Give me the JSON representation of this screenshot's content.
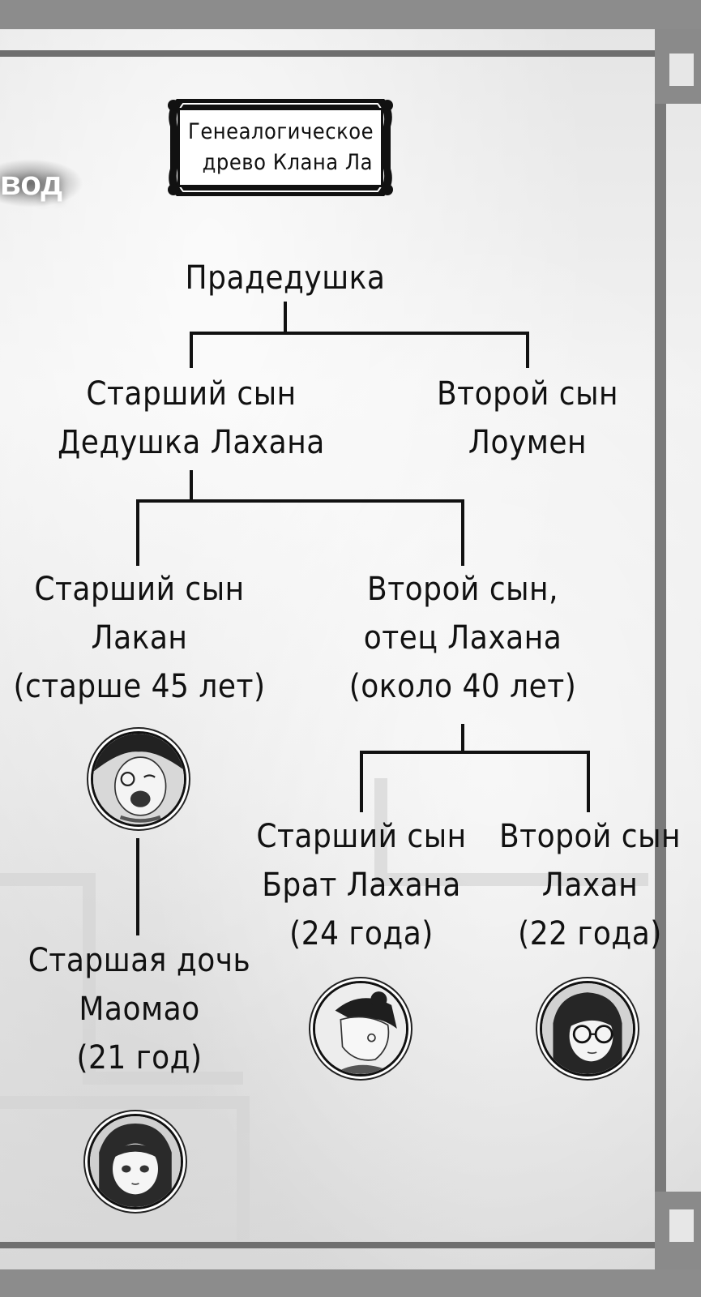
{
  "watermark": "вод",
  "title": {
    "line1": "Генеалогическое",
    "line2": "древо Клана Ла"
  },
  "nodes": {
    "great_grandfather": {
      "line1": "Прадедушка"
    },
    "eldest_son_gen1": {
      "line1": "Старший сын",
      "line2": "Дедушка Лахана"
    },
    "second_son_gen1": {
      "line1": "Второй сын",
      "line2": "Лоумен"
    },
    "eldest_son_gen2": {
      "line1": "Старший сын",
      "line2": "Лакан",
      "line3": "(старше 45 лет)"
    },
    "second_son_gen2": {
      "line1": "Второй сын,",
      "line2": "отец Лахана",
      "line3": "(около 40 лет)"
    },
    "eldest_daughter": {
      "line1": "Старшая дочь",
      "line2": "Маомао",
      "line3": "(21 год)"
    },
    "eldest_son_gen3": {
      "line1": "Старший сын",
      "line2": "Брат Лахана",
      "line3": "(24 года)"
    },
    "second_son_gen3": {
      "line1": "Второй сын",
      "line2": "Лахан",
      "line3": "(22 года)"
    }
  },
  "avatars": {
    "lakan": "portrait-lakan-laughing",
    "maomao": "portrait-maomao",
    "lahan_brother": "portrait-lahan-brother",
    "lahan": "portrait-lahan-glasses"
  }
}
